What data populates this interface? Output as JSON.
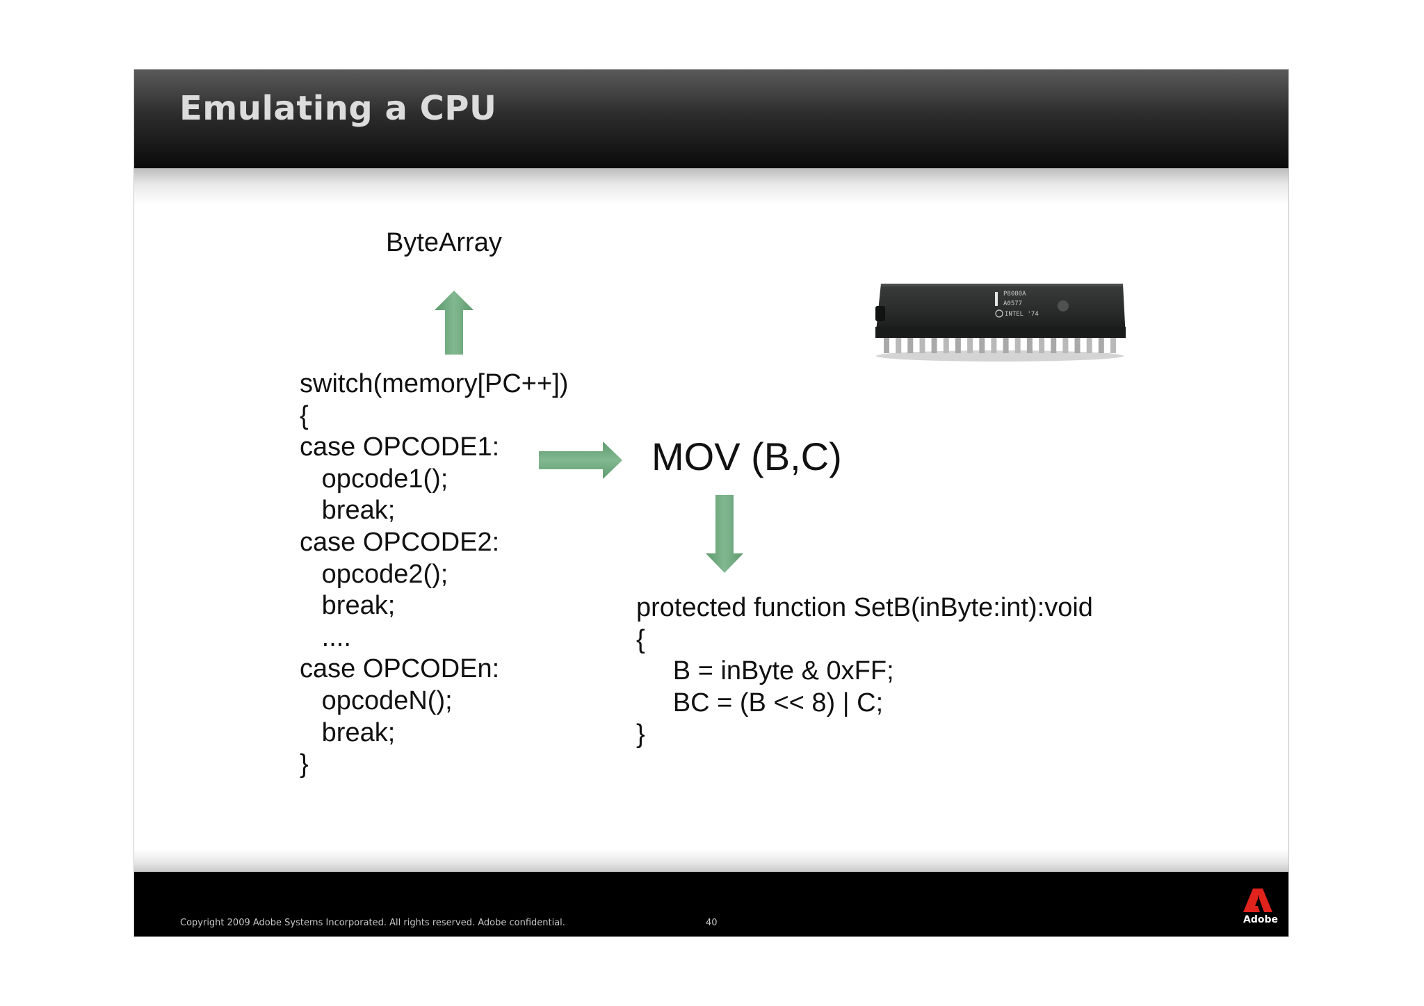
{
  "slide": {
    "title": "Emulating a CPU",
    "bytearray_label": "ByteArray",
    "mov_label": "MOV (B,C)",
    "switch_code": "switch(memory[PC++])\n{\ncase OPCODE1:\n   opcode1();\n   break;\ncase OPCODE2:\n   opcode2();\n   break;\n   ....\ncase OPCODEn:\n   opcodeN();\n   break;\n}",
    "function_code": "protected function SetB(inByte:int):void\n{\n     B = inByte & 0xFF;\n     BC = (B << 8) | C;\n}",
    "chip": {
      "line1": "P8080A",
      "line2": "A0577",
      "line3": "INTEL '74"
    }
  },
  "footer": {
    "copyright": "Copyright 2009 Adobe Systems Incorporated.  All rights reserved.  Adobe confidential.",
    "page_number": "40",
    "logo_text": "Adobe"
  },
  "colors": {
    "arrow_green": "#6aa57a",
    "header_dark": "#0a0a0a",
    "title_gray": "#dcdcdc",
    "adobe_red": "#e0231c"
  },
  "icons": {
    "up_arrow": "up-arrow-icon",
    "right_arrow": "right-arrow-icon",
    "down_arrow": "down-arrow-icon",
    "adobe_logo": "adobe-logo-icon"
  }
}
